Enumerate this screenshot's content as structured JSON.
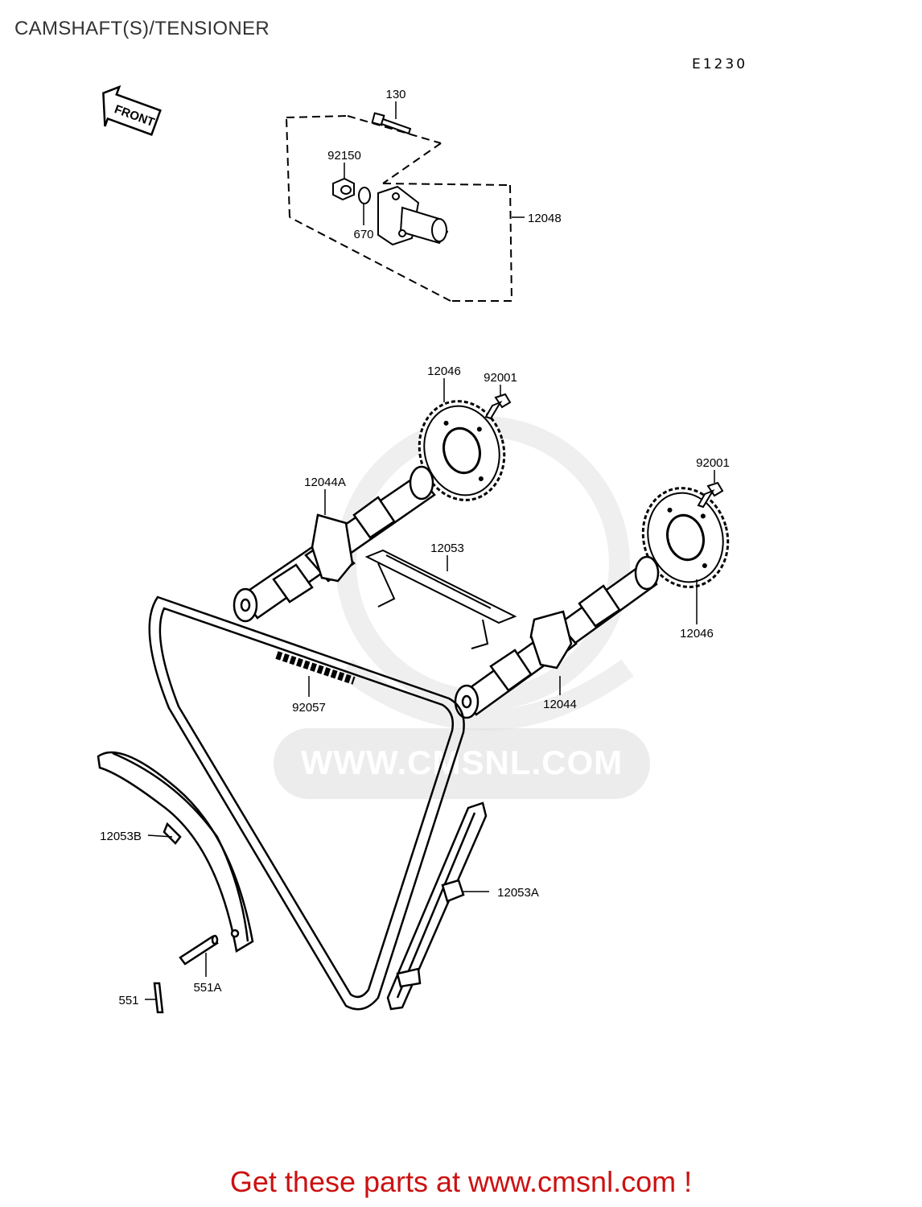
{
  "page": {
    "title": "CAMSHAFT(S)/TENSIONER",
    "diagram_code": "E1230",
    "front_label": "FRONT",
    "watermark_text": "WWW.CMSNL.COM",
    "footer_text": "Get these parts at www.cmsnl.com !"
  },
  "parts": {
    "bolt_130": "130",
    "plug_92150": "92150",
    "oring_670": "670",
    "tensioner_12048": "12048",
    "sprocket_12046_top": "12046",
    "bolt_92001_top": "92001",
    "camshaft_12044A": "12044A",
    "bolt_92001_right": "92001",
    "guide_12053": "12053",
    "sprocket_12046_right": "12046",
    "chain_92057": "92057",
    "camshaft_12044": "12044",
    "guide_12053B": "12053B",
    "guide_12053A": "12053A",
    "pin_551A": "551A",
    "pin_551": "551"
  },
  "colors": {
    "line": "#000000",
    "watermark": "#e6e6e6",
    "footer": "#cc1111"
  }
}
